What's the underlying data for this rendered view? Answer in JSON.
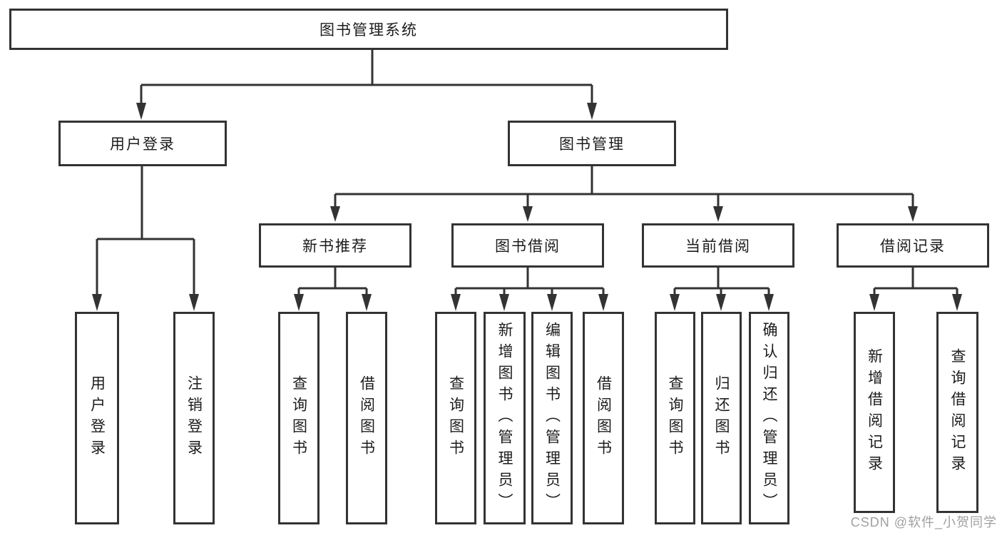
{
  "diagram": {
    "tree": {
      "root": {
        "label": "图书管理系统"
      },
      "branches": [
        {
          "label": "用户登录",
          "children": [
            {
              "label": "用户登录"
            },
            {
              "label": "注销登录"
            }
          ]
        },
        {
          "label": "图书管理",
          "children": [
            {
              "label": "新书推荐",
              "children": [
                {
                  "label": "查询图书"
                },
                {
                  "label": "借阅图书"
                }
              ]
            },
            {
              "label": "图书借阅",
              "children": [
                {
                  "label": "查询图书"
                },
                {
                  "label": "新增图书（管理员）"
                },
                {
                  "label": "编辑图书（管理员）"
                },
                {
                  "label": "借阅图书"
                }
              ]
            },
            {
              "label": "当前借阅",
              "children": [
                {
                  "label": "查询图书"
                },
                {
                  "label": "归还图书"
                },
                {
                  "label": "确认归还（管理员）"
                }
              ]
            },
            {
              "label": "借阅记录",
              "children": [
                {
                  "label": "新增借阅记录"
                },
                {
                  "label": "查询借阅记录"
                }
              ]
            }
          ]
        }
      ]
    },
    "colors": {
      "line": "#333333",
      "text": "#1c1c1c",
      "background": "#ffffff",
      "watermark": "#a0a0a0"
    }
  },
  "watermark": {
    "text": "CSDN @软件_小贺同学"
  }
}
